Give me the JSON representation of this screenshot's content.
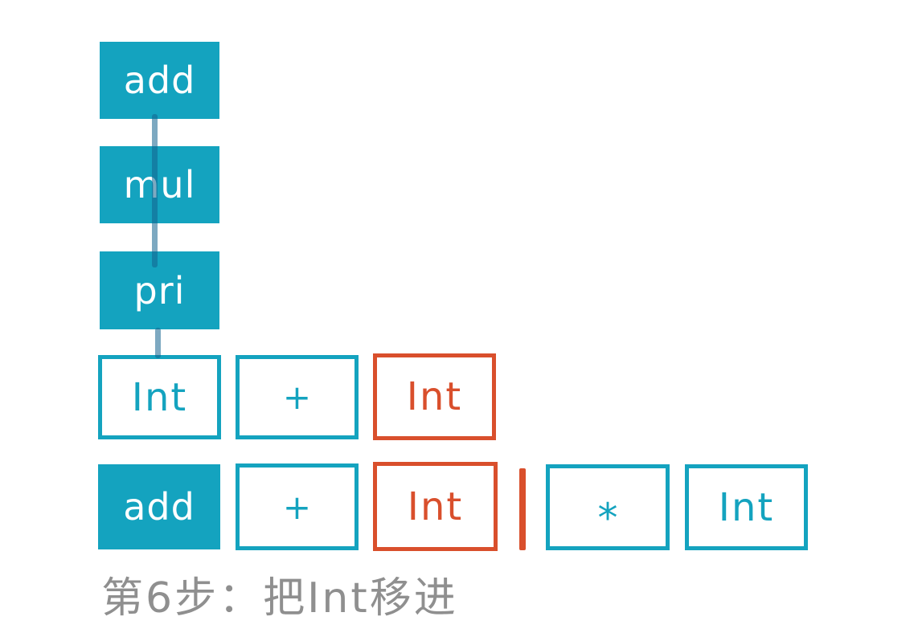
{
  "diagram": {
    "background": "#ffffff",
    "colors": {
      "teal": "#14a3bf",
      "orange": "#d94f2c",
      "connector_blue": "#15628d",
      "caption_gray": "#8f8f8f"
    },
    "tree": {
      "nodes": [
        {
          "label": "add",
          "style": "filled-teal"
        },
        {
          "label": "mul",
          "style": "filled-teal"
        },
        {
          "label": "pri",
          "style": "filled-teal"
        }
      ]
    },
    "upper_row": {
      "cells": [
        {
          "label": "Int",
          "style": "outline-teal"
        },
        {
          "label": "+",
          "style": "outline-teal"
        },
        {
          "label": "Int",
          "style": "outline-orange"
        }
      ]
    },
    "lower_row": {
      "stack": [
        {
          "label": "add",
          "style": "filled-teal"
        },
        {
          "label": "+",
          "style": "outline-teal"
        },
        {
          "label": "Int",
          "style": "outline-orange"
        }
      ],
      "divider_color": "#d94f2c",
      "input": [
        {
          "label": "*",
          "style": "outline-teal"
        },
        {
          "label": "Int",
          "style": "outline-teal"
        }
      ]
    },
    "caption": "第6步：把Int移进"
  }
}
